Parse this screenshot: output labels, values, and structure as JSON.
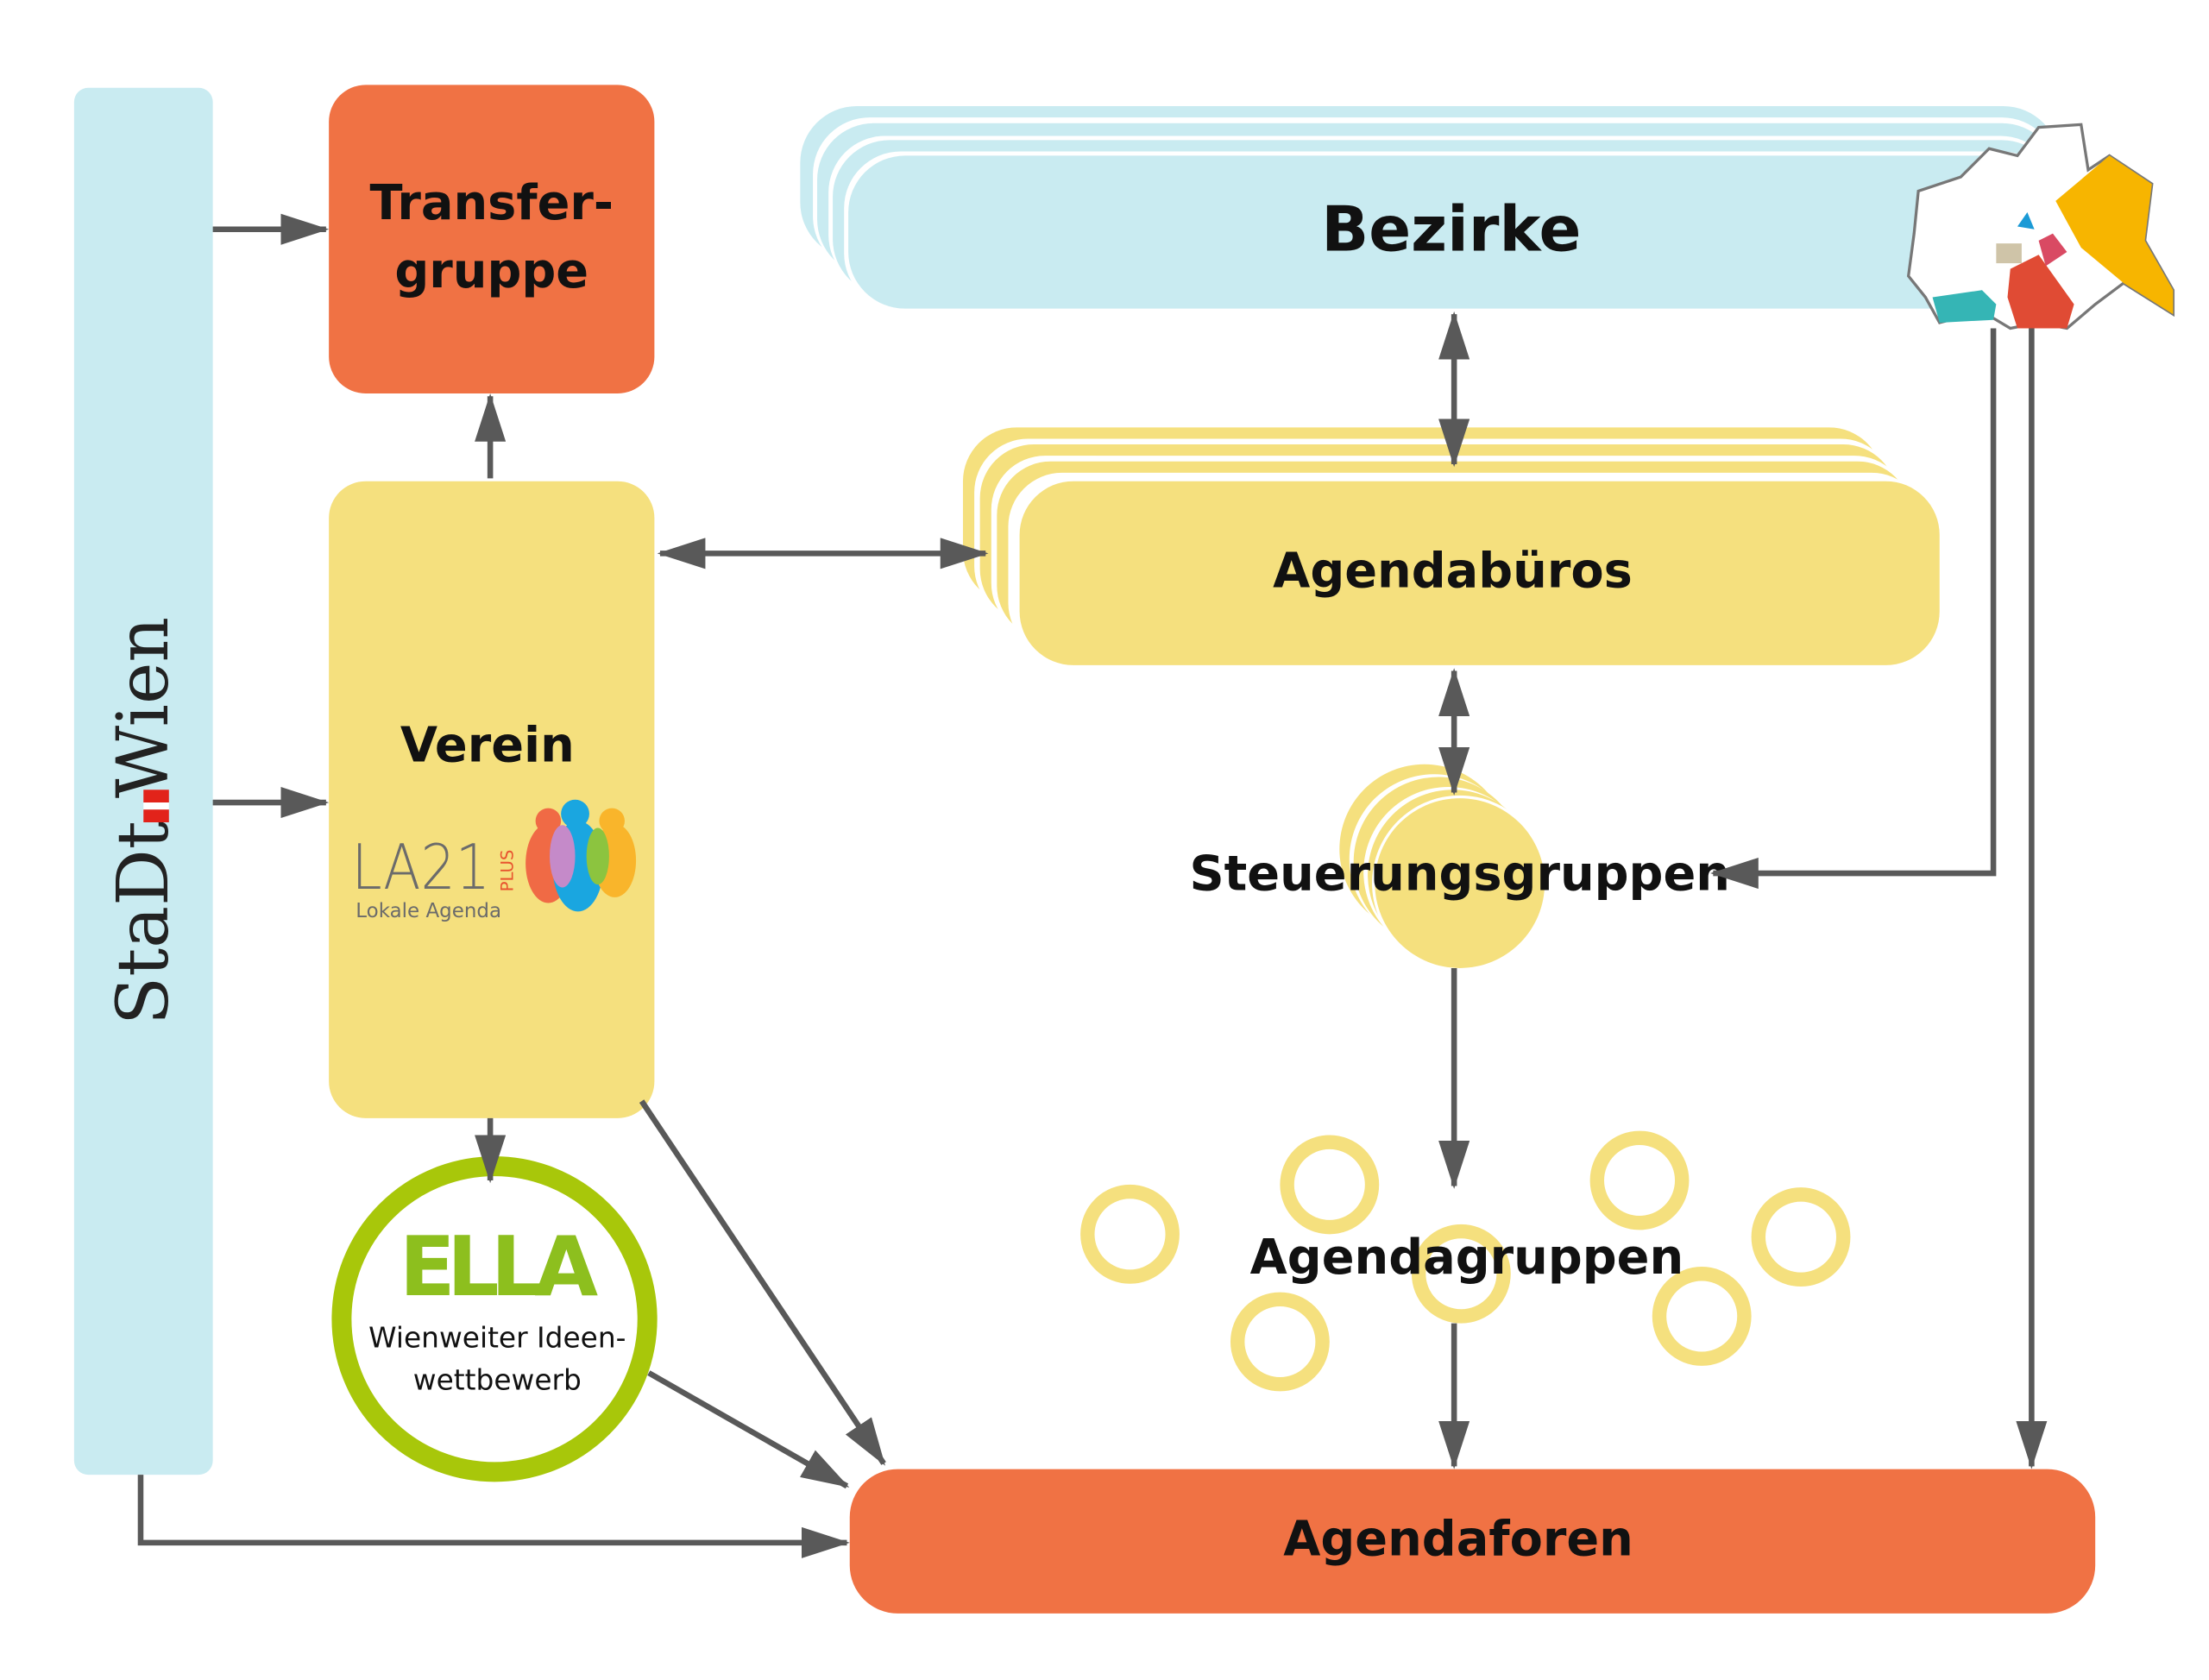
{
  "colors": {
    "light_blue": "#c9ebf1",
    "orange": "#f07244",
    "yellow": "#f5e07e",
    "green_ring": "#a8c70a",
    "arrow": "#595959"
  },
  "stadt_wien": {
    "logo_text": "StaDt Wien"
  },
  "transfergruppe": {
    "line1": "Transfer-",
    "line2": "gruppe"
  },
  "verein": {
    "title": "Verein",
    "logo": {
      "main": "LA21",
      "plus": "PLUS",
      "sub": "Lokale Agenda"
    }
  },
  "ella": {
    "logo": "ELLA",
    "line1": "Wienweiter Ideen-",
    "line2": "wettbewerb"
  },
  "bezirke": {
    "title": "Bezirke",
    "map_icon": "vienna-districts-map"
  },
  "agendabueros": {
    "title": "Agendabüros"
  },
  "steuerungsgruppen": {
    "title": "Steuerungsgruppen"
  },
  "agendagruppen": {
    "title": "Agendagruppen"
  },
  "agendaforen": {
    "title": "Agendaforen"
  }
}
